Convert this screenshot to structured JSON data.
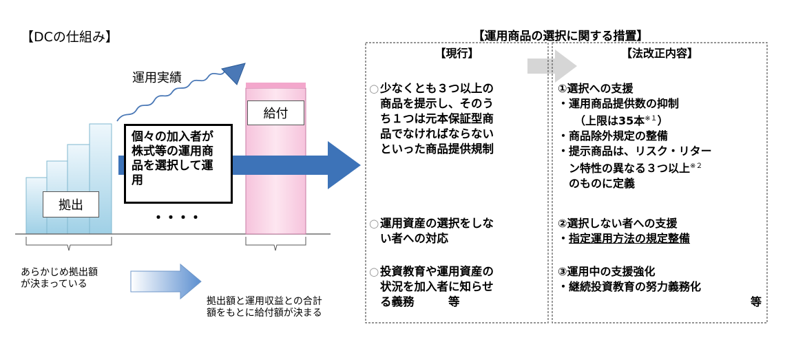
{
  "dc": {
    "title": "【DCの仕組み】",
    "returns_label": "運用実績",
    "payout_label": "給付",
    "contribution_label": "拠出",
    "callout": [
      "個々の加入者が",
      "株式等の運用商",
      "品を選択して運",
      "用"
    ],
    "dots": "・・・・",
    "note_left": [
      "あらかじめ拠出額",
      "が決まっている"
    ],
    "note_right": [
      "拠出額と運用収益との合計",
      "額をもとに給付額が決まる"
    ]
  },
  "measures": {
    "title": "【運用商品の選択に関する措置】",
    "current": {
      "heading": "【現行】",
      "items": [
        {
          "marker": "○",
          "lines": [
            "少なくとも３つ以上の",
            "商品を提示し、そのう",
            "ち１つは元本保証型商",
            "品でなければならない",
            "といった商品提供規制"
          ]
        },
        {
          "marker": "○",
          "lines": [
            "運用資産の選択をしな",
            "い者への対応"
          ]
        },
        {
          "marker": "○",
          "lines": [
            "投資教育や運用資産の",
            "状況を加入者に知らせ",
            "る義務　　　等"
          ]
        }
      ]
    },
    "revised": {
      "heading": "【法改正内容】",
      "item1_title": "①選択への支援",
      "item1_b1": "・運用商品提供数の抑制",
      "item1_b1_sub": "（上限は35本",
      "item1_b1_note": "※１",
      "item1_b1_close": "）",
      "item1_b2": "・商品除外規定の整備",
      "item1_b3_l1": "・提示商品は、リスク・リター",
      "item1_b3_l2": "ン特性の異なる３つ以上",
      "item1_b3_note": "※２",
      "item1_b3_l3": "のものに定義",
      "item2_title": "②選択しない者への支援",
      "item2_b1_prefix": "・",
      "item2_b1": "指定運用方法の規定整備",
      "item3_title": "③運用中の支援強化",
      "item3_b1": "・継続投資教育の努力義務化",
      "item3_etc": "等"
    }
  },
  "colors": {
    "bar_gradient_top": "#e8f4fb",
    "bar_gradient_bottom": "#a9d6e8",
    "payout_fill": "#f7c9df",
    "big_arrow": "#3d73b8",
    "small_arrow": "#5c8fd0",
    "grey_arrow": "#d6d6d6",
    "squiggle": "#4a78b6"
  }
}
